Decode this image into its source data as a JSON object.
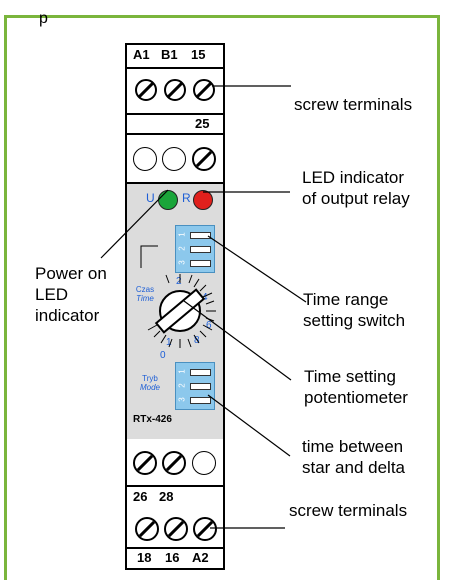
{
  "caption_fragment": "p",
  "device": {
    "top_terminals": [
      "A1",
      "B1",
      "15"
    ],
    "terminal_25": "25",
    "led_u": "U",
    "led_r": "R",
    "time_label": {
      "pl": "Czas",
      "en": "Time"
    },
    "dip_numbers": [
      "1",
      "2",
      "3"
    ],
    "dial_numbers": [
      "2",
      "4",
      "6",
      "8",
      "1",
      "0"
    ],
    "mode_label": {
      "pl": "Tryb",
      "en": "Mode"
    },
    "model": "RTx-426",
    "bottom_terminals_upper": [
      "26",
      "28"
    ],
    "bottom_terminals_lower": [
      "18",
      "16",
      "A2"
    ]
  },
  "colors": {
    "frame": "#7ab53c",
    "led_u": "#1aa53a",
    "led_r": "#e0201c",
    "dip": "#8cc8ec",
    "panel": "#dcdcdc"
  },
  "callouts": {
    "screw_top": "screw terminals",
    "led_relay_1": "LED indicator",
    "led_relay_2": "of output relay",
    "power_1": "Power on",
    "power_2": "LED",
    "power_3": "indicator",
    "range_1": "Time range",
    "range_2": "setting switch",
    "pot_1": "Time setting",
    "pot_2": "potentiometer",
    "star_1": "time between",
    "star_2": "star and delta",
    "screw_bottom": "screw terminals"
  }
}
